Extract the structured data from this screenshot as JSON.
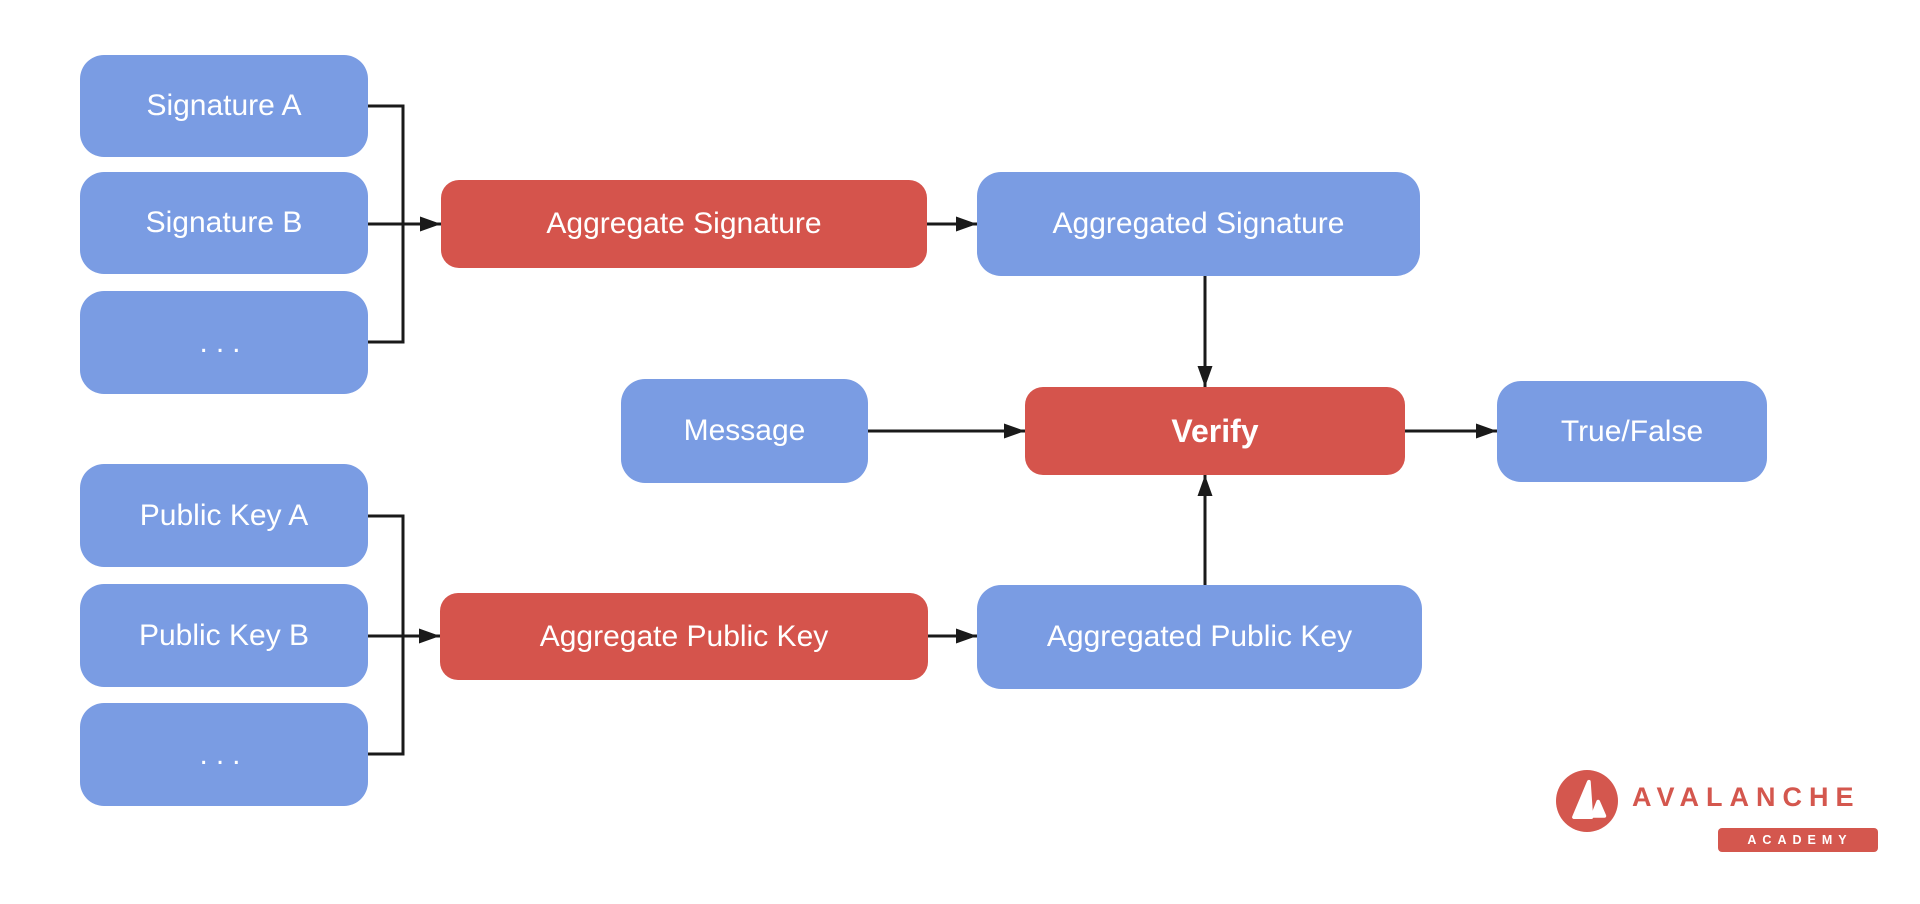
{
  "diagram": {
    "nodes": {
      "signature_a": {
        "label": "Signature A",
        "type": "input"
      },
      "signature_b": {
        "label": "Signature B",
        "type": "input"
      },
      "signatures_more": {
        "label": "...",
        "type": "input"
      },
      "aggregate_signature": {
        "label": "Aggregate Signature",
        "type": "process"
      },
      "aggregated_signature": {
        "label": "Aggregated Signature",
        "type": "result"
      },
      "message": {
        "label": "Message",
        "type": "input"
      },
      "verify": {
        "label": "Verify",
        "type": "process"
      },
      "true_false": {
        "label": "True/False",
        "type": "result"
      },
      "public_key_a": {
        "label": "Public Key A",
        "type": "input"
      },
      "public_key_b": {
        "label": "Public Key B",
        "type": "input"
      },
      "public_keys_more": {
        "label": "...",
        "type": "input"
      },
      "aggregate_public_key": {
        "label": "Aggregate Public Key",
        "type": "process"
      },
      "aggregated_public_key": {
        "label": "Aggregated Public Key",
        "type": "result"
      }
    },
    "edges": [
      "signature_a -> aggregate_signature",
      "signature_b -> aggregate_signature",
      "signatures_more -> aggregate_signature",
      "aggregate_signature -> aggregated_signature",
      "aggregated_signature -> verify",
      "message -> verify",
      "public_key_a -> aggregate_public_key",
      "public_key_b -> aggregate_public_key",
      "public_keys_more -> aggregate_public_key",
      "aggregate_public_key -> aggregated_public_key",
      "aggregated_public_key -> verify",
      "verify -> true_false"
    ],
    "colors": {
      "input_node": "#7a9ce3",
      "process_node": "#d5544c",
      "node_text": "#ffffff",
      "arrow": "#1a1a1a"
    }
  },
  "logo": {
    "brand": "AVALANCHE",
    "sub": "ACADEMY",
    "color": "#d4574e"
  }
}
